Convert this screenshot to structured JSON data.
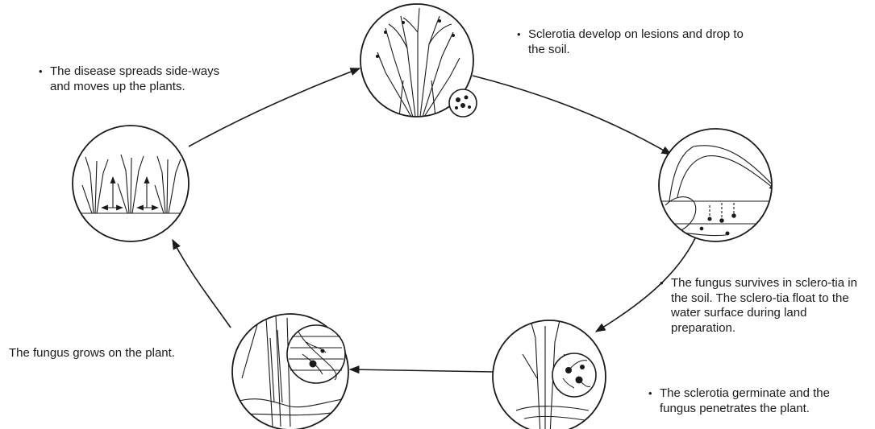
{
  "bullet_symbol": "•",
  "captions": {
    "sclerotia_drop": "Sclerotia develop on lesions and drop to the soil.",
    "disease_spreads": "The disease spreads side-ways and moves up the plants.",
    "fungus_survives": "The fungus survives in sclero-tia in the soil. The sclero-tia float to the water surface during land preparation.",
    "fungus_grows": "The fungus grows on the plant.",
    "sclerotia_germinate": "The sclerotia germinate and the fungus penetrates the plant."
  },
  "colors": {
    "ink": "#1a1a1a",
    "background": "#ffffff"
  },
  "cycle_direction": "clockwise"
}
